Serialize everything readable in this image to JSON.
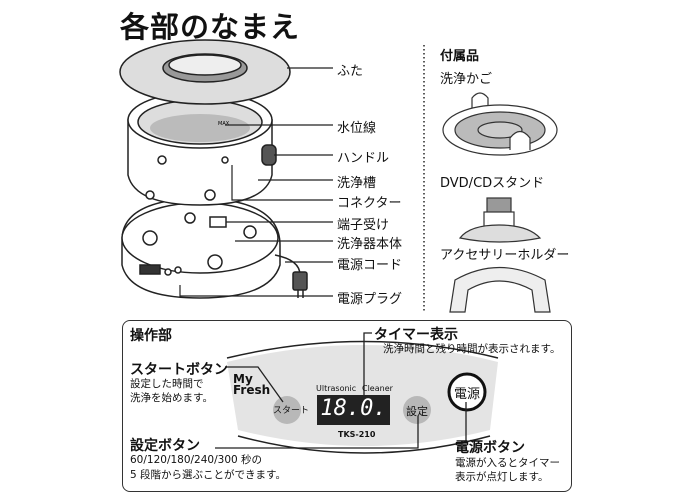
{
  "title": "各部のなまえ",
  "parts": {
    "lid": "ふた",
    "water_line": "水位線",
    "handle": "ハンドル",
    "tank": "洗浄槽",
    "connector": "コネクター",
    "terminal": "端子受け",
    "body": "洗浄器本体",
    "power_cord": "電源コード",
    "power_plug": "電源プラグ"
  },
  "accessories": {
    "heading": "付属品",
    "basket": "洗浄かご",
    "dvd_stand": "DVD/CDスタンド",
    "holder": "アクセサリーホルダー"
  },
  "tank_mark": "MAX",
  "control_panel": {
    "heading": "操作部",
    "brand": "My Fresh",
    "product_line_1": "Ultrasonic",
    "product_line_2": "Cleaner",
    "model": "TKS-210",
    "display_value": "18.0.",
    "start_button_label": "スタート",
    "set_button_label": "設定",
    "power_button_label": "電源",
    "timer": {
      "title": "タイマー表示",
      "desc": "洗浄時間と残り時間が表示されます。"
    },
    "start": {
      "title": "スタートボタン",
      "desc_1": "設定した時間で",
      "desc_2": "洗浄を始めます。"
    },
    "set": {
      "title": "設定ボタン",
      "desc_1": "60/120/180/240/300 秒の",
      "desc_2": "5 段階から選ぶことができます。"
    },
    "power": {
      "title": "電源ボタン",
      "desc_1": "電源が入るとタイマー",
      "desc_2": "表示が点灯します。"
    }
  }
}
